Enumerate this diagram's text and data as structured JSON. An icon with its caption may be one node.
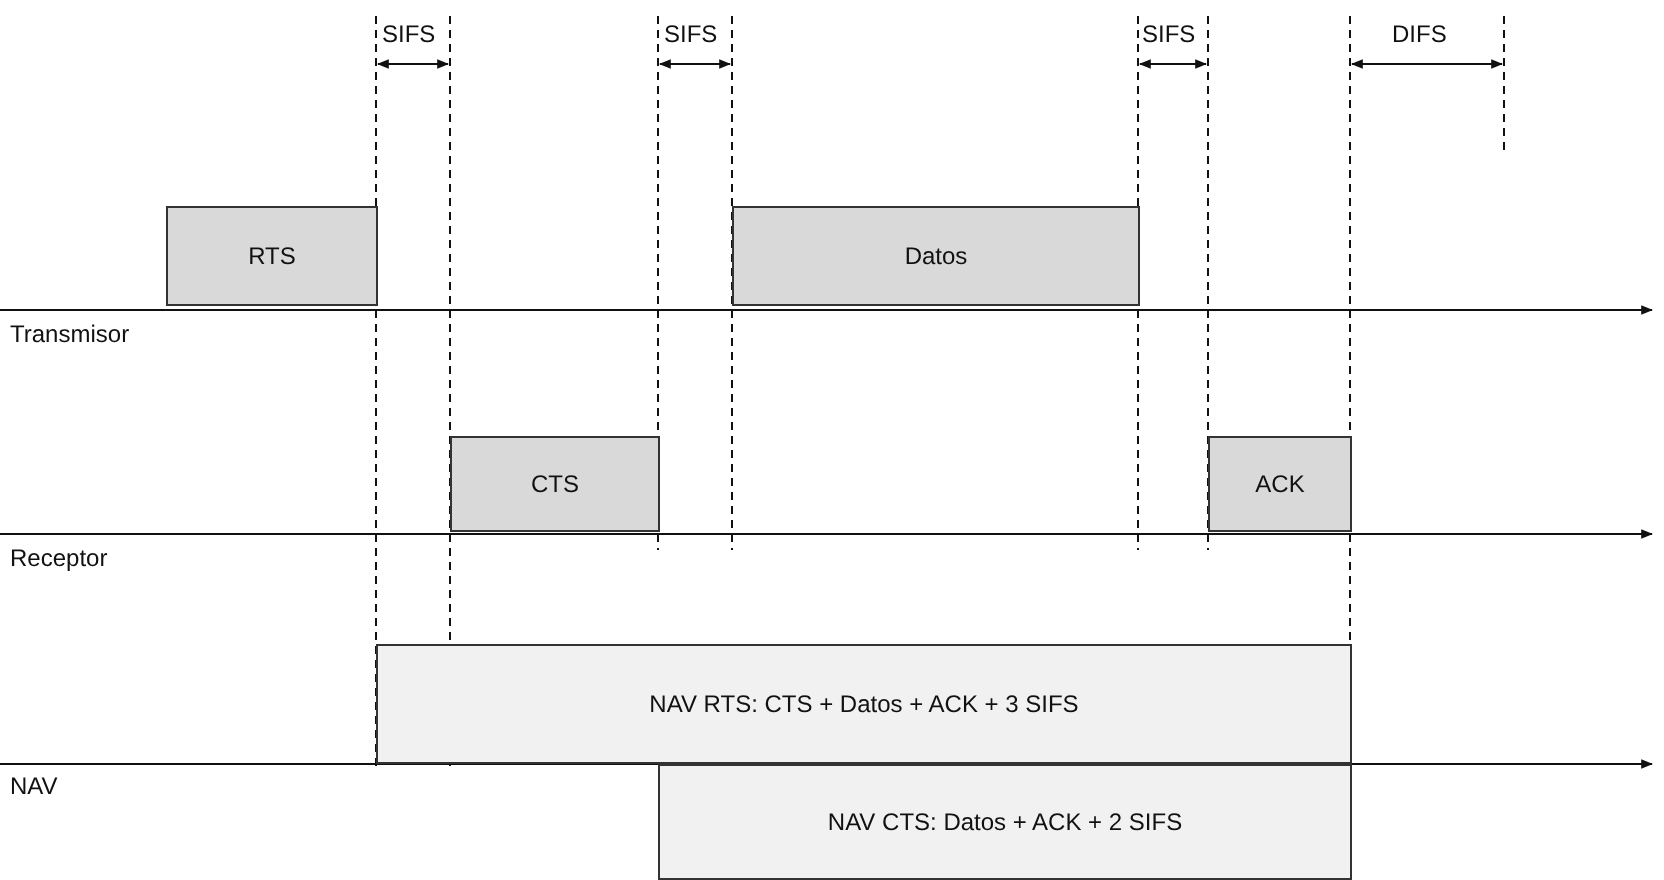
{
  "diagram": {
    "nodes": [
      {
        "text": [
          "RTS"
        ]
      },
      {
        "text": [
          "Datos"
        ]
      },
      {
        "text": [
          "CTS"
        ]
      },
      {
        "text": [
          "ACK"
        ]
      },
      {
        "text": [
          "NAV RTS: CTS + Datos + ACK + 3 SIFS"
        ]
      },
      {
        "text": [
          "NAV CTS: Datos + ACK + 2 SIFS"
        ]
      }
    ],
    "labels": [
      "SIFS",
      "SIFS",
      "SIFS",
      "DIFS",
      "Transmisor",
      "Receptor",
      "NAV"
    ]
  }
}
